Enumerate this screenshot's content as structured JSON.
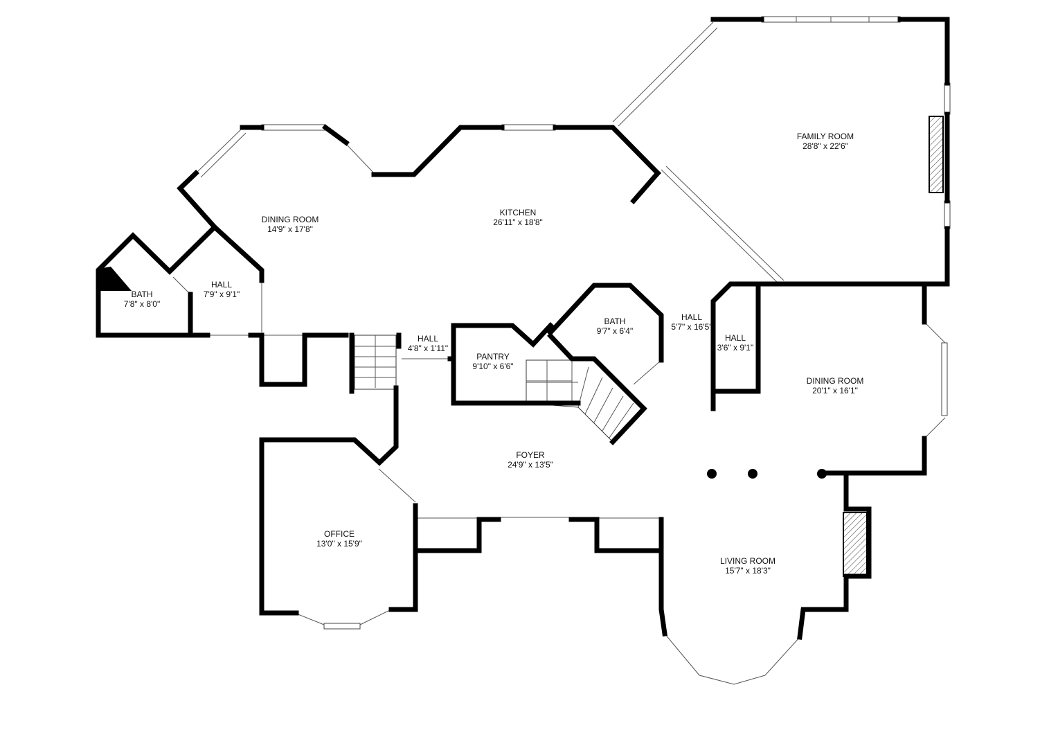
{
  "rooms": [
    {
      "key": "family_room",
      "name": "FAMILY ROOM",
      "dims": "28'8\" x 22'6\""
    },
    {
      "key": "dining_room_left",
      "name": "DINING ROOM",
      "dims": "14'9\" x 17'8\""
    },
    {
      "key": "kitchen",
      "name": "KITCHEN",
      "dims": "26'11\" x 18'8\""
    },
    {
      "key": "bath_left",
      "name": "BATH",
      "dims": "7'8\" x 8'0\""
    },
    {
      "key": "hall_left",
      "name": "HALL",
      "dims": "7'9\" x 9'1\""
    },
    {
      "key": "hall_center",
      "name": "HALL",
      "dims": "4'8\" x 1'11\""
    },
    {
      "key": "pantry",
      "name": "PANTRY",
      "dims": "9'10\" x 6'6\""
    },
    {
      "key": "bath_center",
      "name": "BATH",
      "dims": "9'7\" x 6'4\""
    },
    {
      "key": "hall_right",
      "name": "HALL",
      "dims": "5'7\" x 16'5\""
    },
    {
      "key": "hall_small",
      "name": "HALL",
      "dims": "3'6\" x 9'1\""
    },
    {
      "key": "dining_room_right",
      "name": "DINING ROOM",
      "dims": "20'1\" x 16'1\""
    },
    {
      "key": "foyer",
      "name": "FOYER",
      "dims": "24'9\" x 13'5\""
    },
    {
      "key": "office",
      "name": "OFFICE",
      "dims": "13'0\" x 15'9\""
    },
    {
      "key": "living_room",
      "name": "LIVING ROOM",
      "dims": "15'7\" x 18'3\""
    }
  ]
}
